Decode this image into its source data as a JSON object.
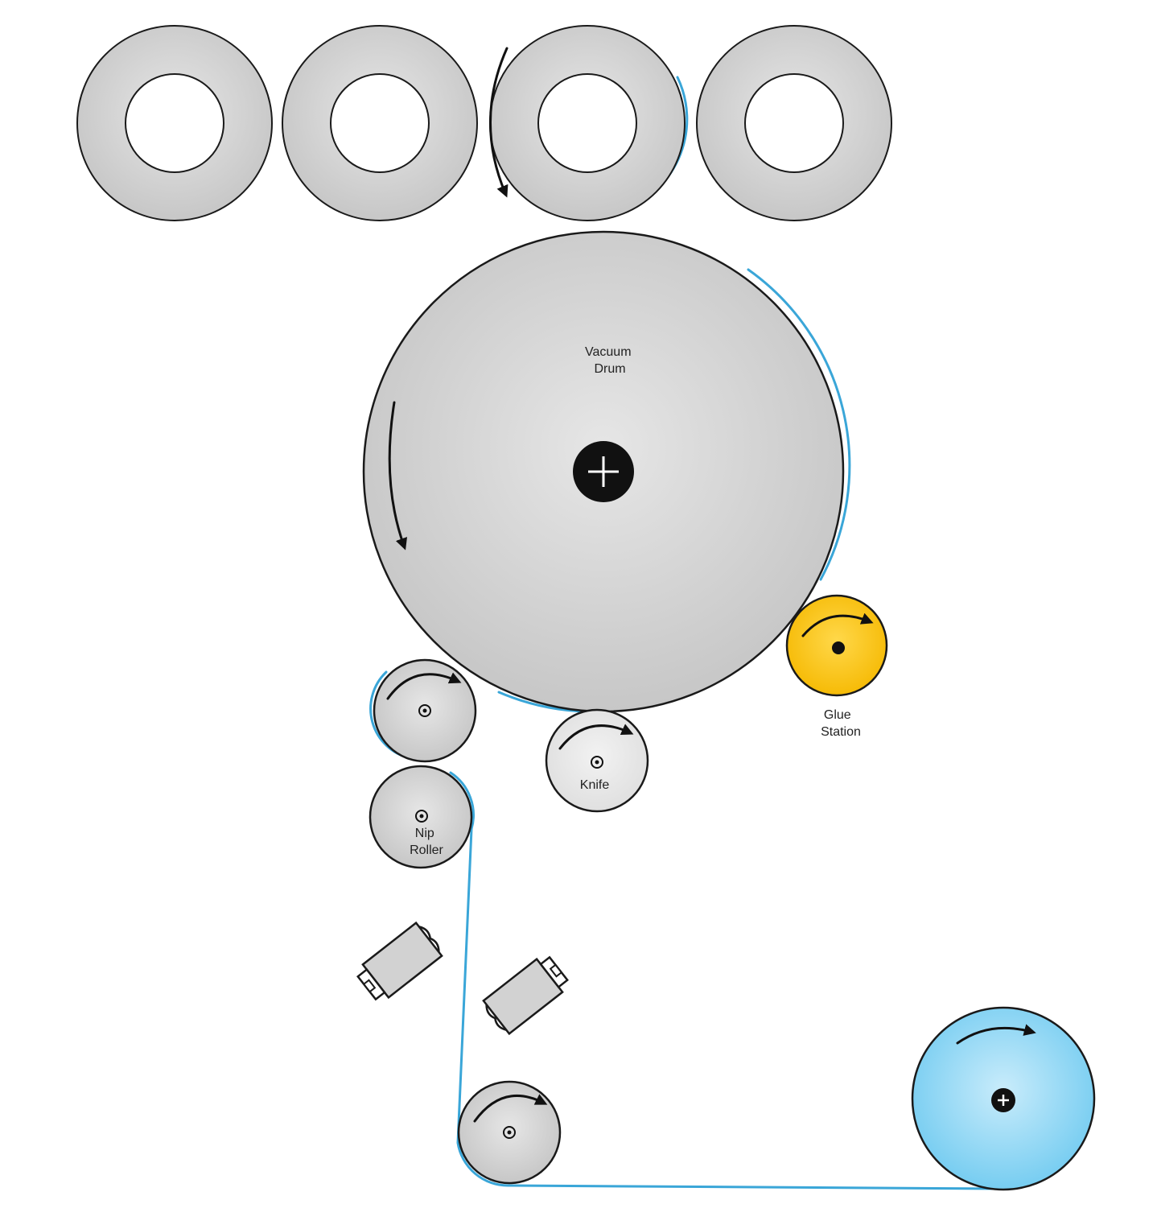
{
  "labels": {
    "vacuum_drum": [
      "Vacuum",
      "Drum"
    ],
    "glue_station": [
      "Glue",
      "Station"
    ],
    "knife": [
      "Knife"
    ],
    "nip_roller": [
      "Nip",
      "Roller"
    ]
  },
  "colors": {
    "roller_gray": "#c4c4c4",
    "roller_gray_light": "#e6e6e6",
    "knife_gray": "#dedede",
    "glue_yellow": "#f5b800",
    "glue_yellow_light": "#ffd84a",
    "paper_web_blue": "#3aa6d8",
    "reel_blue": "#6fcaf0",
    "reel_blue_light": "#c9ecfb",
    "outline": "#1a1a1a",
    "hub_black": "#111111"
  },
  "icons": {
    "hub": "crosshair-hub-icon",
    "axle": "axle-dot-icon",
    "rotation": "curved-rotation-arrow-icon"
  }
}
